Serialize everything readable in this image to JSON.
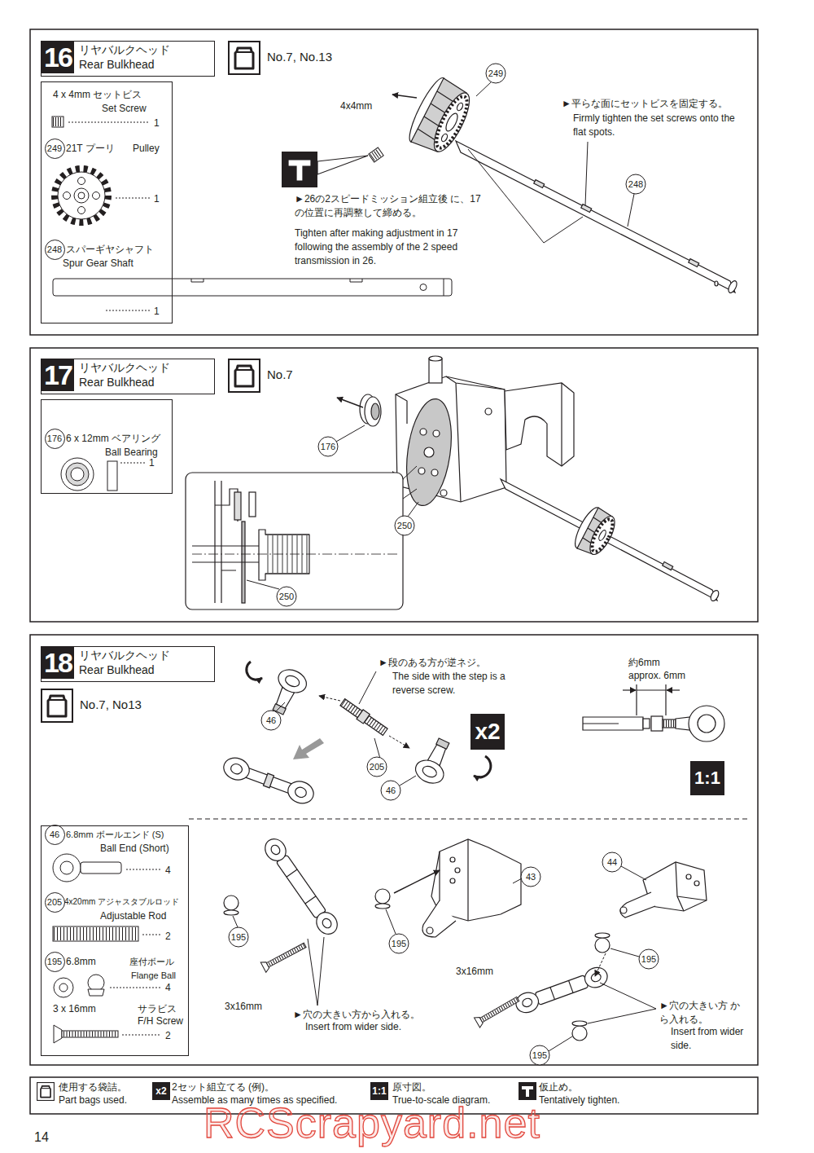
{
  "diagram": {
    "nodes": [
      {
        "text": [
          "16",
          "リヤバルクヘッド",
          "Rear Bulkhead"
        ]
      },
      {
        "text": [
          "No.7, No.13"
        ]
      },
      {
        "text": [
          "4 x 4mm セットビス",
          "Set Screw",
          "1",
          "249",
          "21T プーリ",
          "Pulley",
          "1",
          "248",
          "スパーギヤシャフト",
          "Spur Gear Shaft",
          "1"
        ]
      },
      {
        "text": [
          "17",
          "リヤバルクヘッド",
          "Rear Bulkhead"
        ]
      },
      {
        "text": [
          "No.7"
        ]
      },
      {
        "text": [
          "176",
          "6 x 12mm ベアリング",
          "Ball Bearing",
          "1"
        ]
      },
      {
        "text": [
          "18",
          "リヤバルクヘッド",
          "Rear Bulkhead"
        ]
      },
      {
        "text": [
          "No.7, No13"
        ]
      },
      {
        "text": [
          "46",
          "6.8mm ボールエンド (S)",
          "Ball End (Short)",
          "4",
          "205",
          "4x20mm アジャスタブルロッド",
          "Adjustable Rod",
          "2",
          "195",
          "6.8mm",
          "座付ボール",
          "Flange Ball",
          "4",
          "3 x 16mm",
          "サラビス",
          "F/H Screw",
          "2"
        ]
      }
    ],
    "labels": [
      "249",
      "4x4mm",
      "►26の2スピードミッション組立後 に、17の位置に再調整して締める。",
      "Tighten after making adjustment in 17 following the assembly of the 2 speed transmission in 26.",
      "►平らな面にセットビスを固定する。",
      "Firmly tighten the set screws onto the flat spots.",
      "248",
      "176",
      "250",
      "250",
      "►段のある方が逆ネジ。",
      "The side with the step is a reverse screw.",
      "46",
      "205",
      "46",
      "x2",
      "約6mm",
      "approx. 6mm",
      "1:1",
      "195",
      "3x16mm",
      "►穴の大きい方から入れる。",
      "Insert from wider side.",
      "195",
      "43",
      "44",
      "3x16mm",
      "195",
      "►穴の大きい方 から入れる。",
      "Insert from wider side.",
      "195",
      "x2",
      "1:1",
      "14",
      "RCScrapyard.net"
    ],
    "legend": [
      {
        "text": "使用する袋詰。"
      },
      {
        "text": "Part bags used."
      },
      {
        "text": "2セット組立てる (例)。"
      },
      {
        "text": "Assemble as many times as specified."
      },
      {
        "text": "原寸図。"
      },
      {
        "text": "True-to-scale diagram."
      },
      {
        "text": "仮止め。"
      },
      {
        "text": "Tentatively tighten."
      }
    ]
  }
}
